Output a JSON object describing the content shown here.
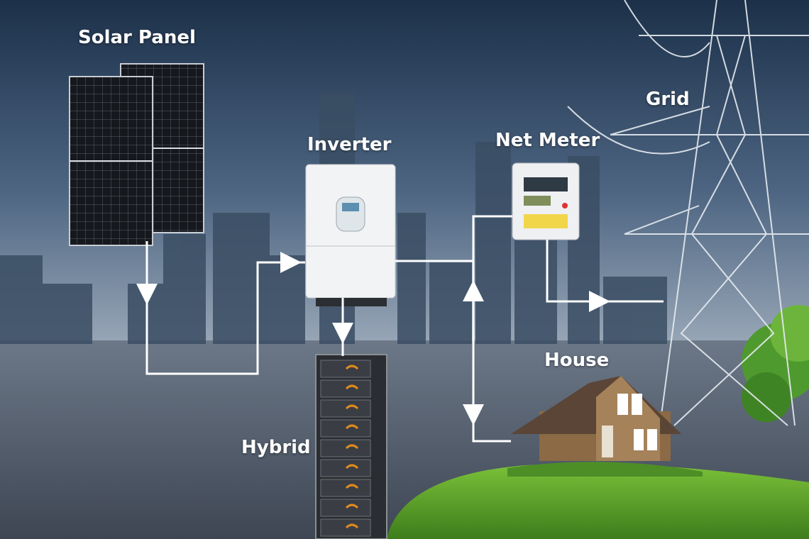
{
  "labels": {
    "solar_panel": "Solar Panel",
    "inverter": "Inverter",
    "net_meter": "Net Meter",
    "grid": "Grid",
    "house": "House",
    "battery": "Hybrid"
  },
  "colors": {
    "sky_top": "#1f3550",
    "sky_horizon": "#8a9aae",
    "ground": "#4b5563",
    "line": "#ffffff",
    "grass": "#5aa02c"
  }
}
